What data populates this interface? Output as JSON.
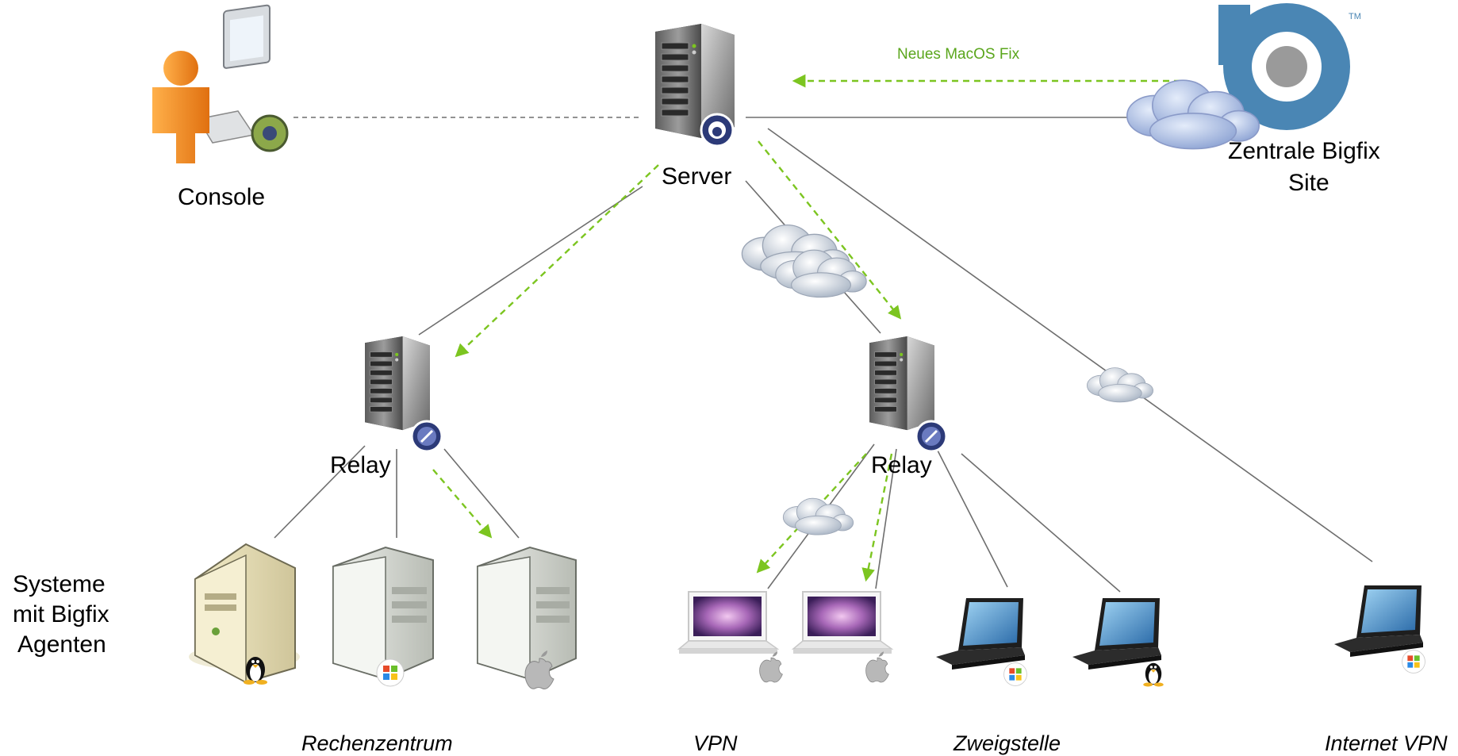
{
  "labels": {
    "console": "Console",
    "server": "Server",
    "relay_left": "Relay",
    "relay_right": "Relay",
    "site_line1": "Zentrale Bigfix",
    "site_line2": "Site",
    "systems_line1": "Systeme",
    "systems_line2": "mit Bigfix",
    "systems_line3": "Agenten",
    "fix_annotation": "Neues MacOS Fix",
    "group_rechenzentrum": "Rechenzentrum",
    "group_vpn": "VPN",
    "group_zweigstelle": "Zweigstelle",
    "group_internet_vpn": "Internet VPN",
    "trademark": "TM"
  },
  "colors": {
    "fix_arrow": "#7cc520",
    "fix_text": "#5aa61c",
    "link_line": "#6e6e6e",
    "bigfix_logo": "#4a86b4",
    "person": "#f08a1c",
    "cloud": "#b7c9e6"
  },
  "icons": {
    "console": "person-computer-icon",
    "server": "tower-server-icon",
    "relay": "tower-server-icon",
    "bigfix_site": "bigfix-logo-icon",
    "linux_server": "beige-tower-linux-icon",
    "windows_server": "gray-tower-windows-icon",
    "mac_server": "gray-tower-apple-icon",
    "mac_laptop": "white-macbook-icon",
    "windows_laptop": "black-laptop-windows-icon",
    "linux_laptop": "black-laptop-linux-icon",
    "cloud": "cloud-icon"
  }
}
